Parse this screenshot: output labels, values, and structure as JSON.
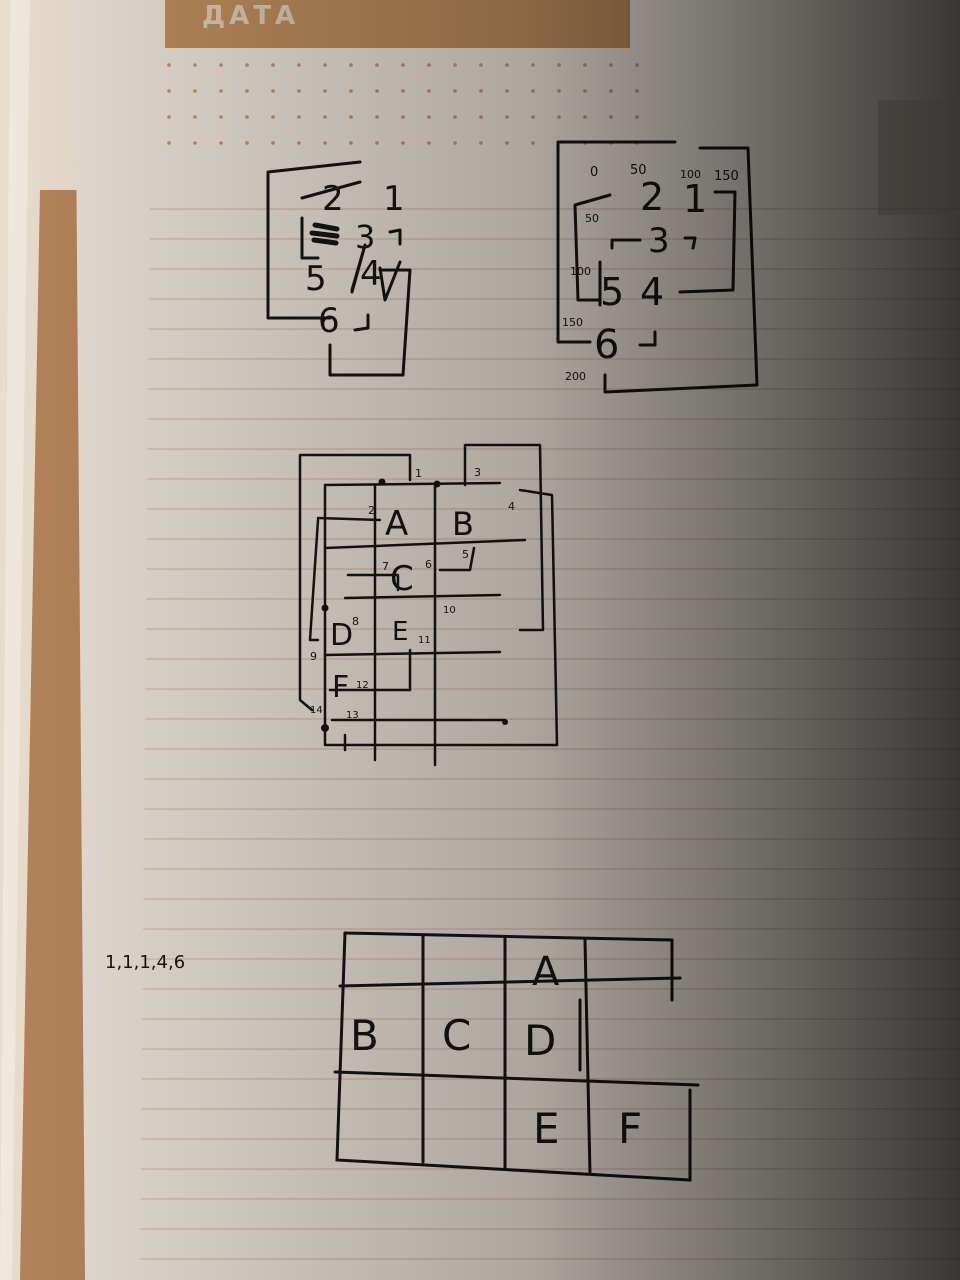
{
  "photo": {
    "header": {
      "label": "ДАТА",
      "color": "#b98a5a"
    },
    "sketch1": {
      "numbers": [
        "2",
        "1",
        "3",
        "5",
        "4",
        "6"
      ]
    },
    "sketch2": {
      "numbers": [
        "2",
        "1",
        "3",
        "5",
        "4",
        "6"
      ],
      "top_ruler": [
        "0",
        "50",
        "100",
        "150"
      ],
      "side_ruler": [
        "50",
        "100",
        "150",
        "200"
      ]
    },
    "sketch3": {
      "letters": [
        "A",
        "B",
        "C",
        "D",
        "E",
        "F"
      ],
      "points": [
        "1",
        "2",
        "3",
        "4",
        "5",
        "6",
        "7",
        "8",
        "9",
        "10",
        "11",
        "12",
        "13",
        "14"
      ]
    },
    "sketch4": {
      "note": "1,1,1,4,6",
      "grid": [
        [
          "",
          "",
          "A",
          ""
        ],
        [
          "B",
          "C",
          "D",
          ""
        ],
        [
          "",
          "",
          "E",
          "F"
        ]
      ]
    },
    "colors": {
      "paper": "#e6ded4",
      "ink": "#151515",
      "kraft": "#b4835a",
      "shadow": "#2a2622"
    }
  }
}
